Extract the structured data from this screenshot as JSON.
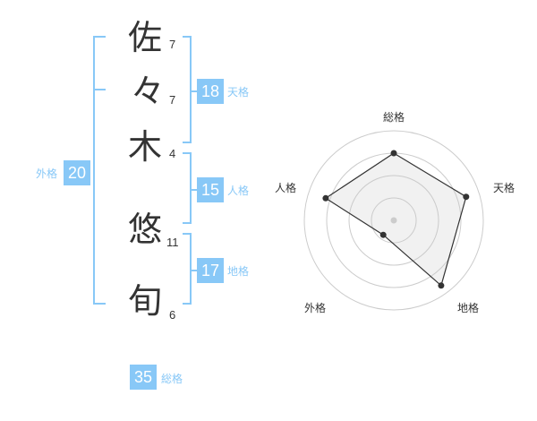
{
  "name_chars": [
    {
      "char": "佐",
      "strokes": "7"
    },
    {
      "char": "々",
      "strokes": "7"
    },
    {
      "char": "木",
      "strokes": "4"
    },
    {
      "char": "悠",
      "strokes": "11"
    },
    {
      "char": "旬",
      "strokes": "6"
    }
  ],
  "kaku": {
    "tenkaku": {
      "value": "18",
      "label": "天格"
    },
    "jinkaku": {
      "value": "15",
      "label": "人格"
    },
    "chikaku": {
      "value": "17",
      "label": "地格"
    },
    "gaikaku": {
      "value": "20",
      "label": "外格"
    },
    "soukaku": {
      "value": "35",
      "label": "総格"
    }
  },
  "colors": {
    "accent": "#88c8f7",
    "text": "#333333",
    "grid": "#cccccc"
  },
  "chart_data": {
    "type": "radar",
    "axes": [
      "総格",
      "天格",
      "地格",
      "外格",
      "人格"
    ],
    "values": [
      0.75,
      0.85,
      0.9,
      0.2,
      0.8
    ],
    "rmax": 1,
    "rings": 4
  }
}
